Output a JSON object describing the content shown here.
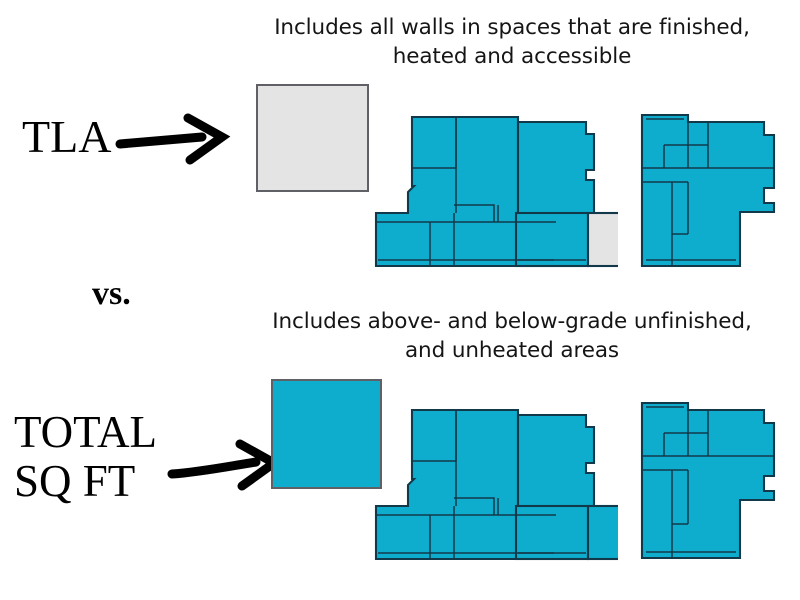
{
  "page": {
    "title": "TLA vs Total Sq Ft comparison",
    "background_color": "#ffffff"
  },
  "colors": {
    "cyan_fill": "#0FADCD",
    "gray_fill": "#E4E4E4",
    "wall_stroke": "#12394A",
    "box_stroke": "#5F6166",
    "text": "#151515",
    "arrow": "#000000"
  },
  "top_row": {
    "label": "TLA",
    "caption": "Includes all walls in spaces that are finished,\nheated and accessible",
    "arrow_label": "arrow pointing right to floor plans",
    "diagrams": [
      {
        "name": "simple-box",
        "fill": "gray",
        "description": "plain rectangle outline, unfilled / excluded area"
      },
      {
        "name": "main-floor-plan",
        "fill": "cyan",
        "description": "multi-room floor plan with one gray excluded room at lower right"
      },
      {
        "name": "second-floor-plan",
        "fill": "cyan",
        "description": "upper level floor plan, fully included"
      }
    ]
  },
  "separator": {
    "label": "vs."
  },
  "bottom_row": {
    "label": "TOTAL\nSQ FT",
    "caption": "Includes above- and below-grade unfinished,\nand unheated areas",
    "arrow_label": "arrow pointing right to floor plans",
    "diagrams": [
      {
        "name": "simple-box",
        "fill": "cyan",
        "description": "plain rectangle, filled / included area"
      },
      {
        "name": "main-floor-plan",
        "fill": "cyan",
        "description": "multi-room floor plan with every room included"
      },
      {
        "name": "second-floor-plan",
        "fill": "cyan",
        "description": "upper level floor plan, fully included"
      }
    ]
  }
}
